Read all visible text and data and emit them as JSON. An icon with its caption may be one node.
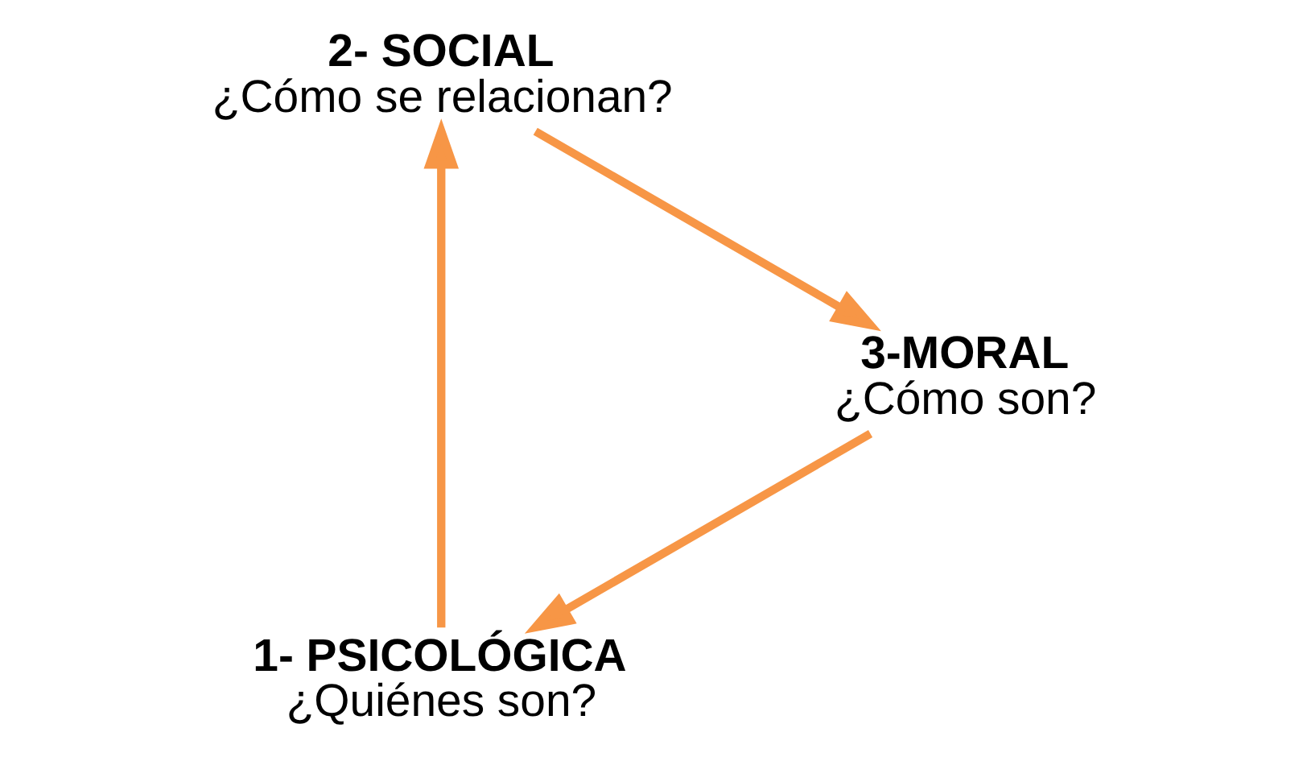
{
  "diagram": {
    "nodes": [
      {
        "text": [
          "1- PSICOLÓGICA",
          "¿Quiénes son?"
        ]
      },
      {
        "text": [
          "2- SOCIAL",
          "¿Cómo se relacionan?"
        ]
      },
      {
        "text": [
          "3-MORAL",
          "¿Cómo son?"
        ]
      }
    ],
    "edges": [
      {
        "from": 0,
        "to": 1,
        "arrow": "to"
      },
      {
        "from": 1,
        "to": 2,
        "arrow": "to"
      },
      {
        "from": 2,
        "to": 0,
        "arrow": "to"
      }
    ]
  }
}
